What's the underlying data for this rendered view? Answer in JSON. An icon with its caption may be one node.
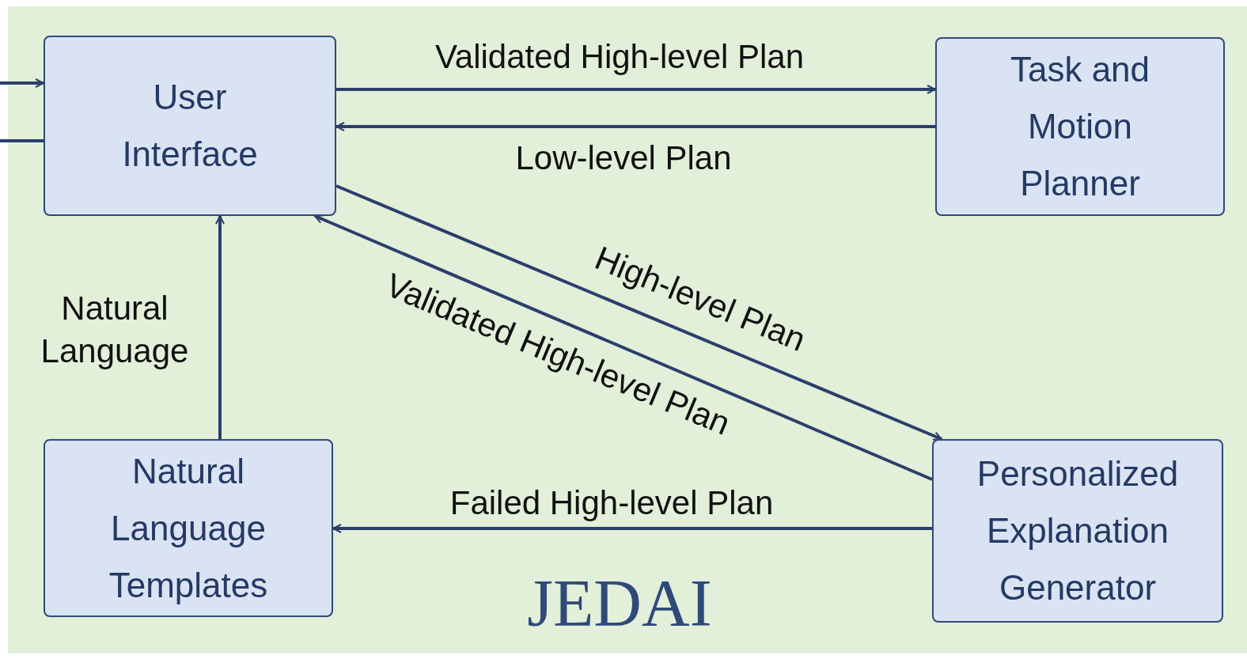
{
  "diagram": {
    "nodes": [
      {
        "text": [
          "User Interface"
        ]
      },
      {
        "text": [
          "Task and Motion Planner"
        ]
      },
      {
        "text": [
          "Natural Language Templates"
        ]
      },
      {
        "text": [
          "Personalized Explanation Generator"
        ]
      }
    ],
    "edges": [
      {
        "from": null,
        "to": 0,
        "arrow": "to"
      },
      {
        "from": 0,
        "to": null,
        "arrow": "none"
      },
      {
        "from": 0,
        "to": 1,
        "arrow": "to",
        "label": "Validated High-level Plan"
      },
      {
        "from": 1,
        "to": 0,
        "arrow": "to",
        "label": "Low-level Plan"
      },
      {
        "from": 0,
        "to": 3,
        "arrow": "to",
        "label": "High-level Plan"
      },
      {
        "from": 3,
        "to": 0,
        "arrow": "to",
        "label": "Validated High-level Plan"
      },
      {
        "from": 3,
        "to": 2,
        "arrow": "to",
        "label": "Failed High-level Plan"
      },
      {
        "from": 2,
        "to": 0,
        "arrow": "to",
        "label": "Natural Language"
      }
    ],
    "labels": [
      "JEDAI"
    ]
  }
}
